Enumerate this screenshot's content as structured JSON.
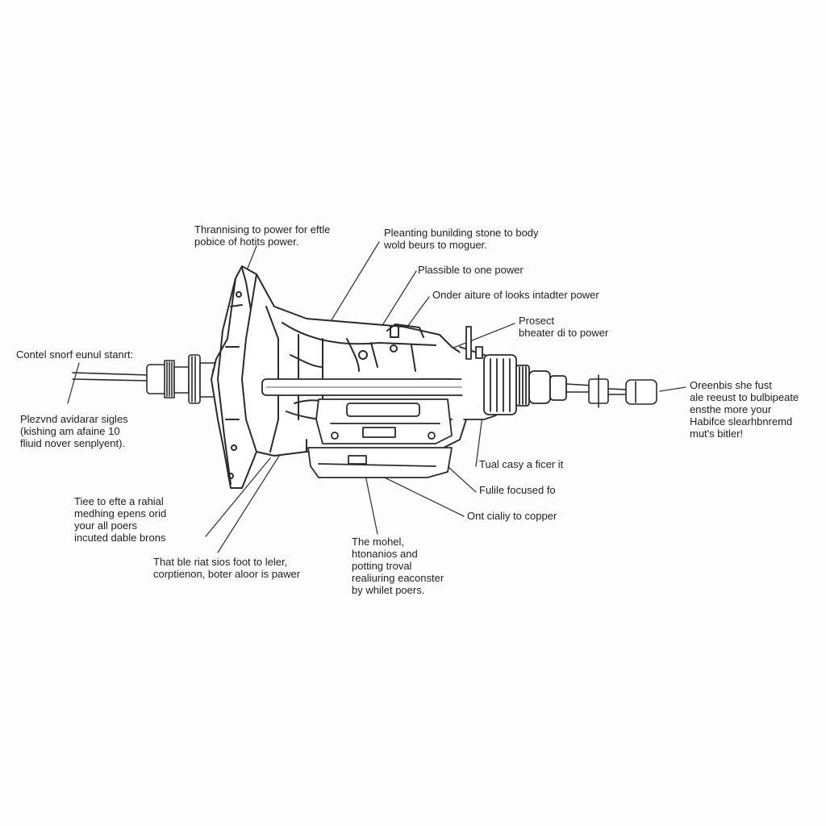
{
  "diagram": {
    "labels": [
      "Thrannising to power for eftle\npobice of hotits power.",
      "Pleanting bunilding stone to body\nwold beurs to moguer.",
      "Plassible to one power",
      "Onder aiture of looks intadter power",
      "Prosect\nbheater di to power",
      "Contel snorf eunul stanrt:",
      "Oreenbis she fust\nale reeust to bulbipeate\nensthe more your\nHabifce slearhbnremd\nmut's bitler!",
      "Plezvnd avidarar sigles\n(kishing am afaine 10\nfliuid nover senplyent).",
      "Tual casy a ficer it",
      "Fulile focused fo",
      "Ont cialiy to copper",
      "Tiee to efte a rahial\nmedhing epens orid\nyour all poers\nincuted dable brons",
      "The mohel,\nhtonanios and\npotting troval\nrealiuring eaconster\nby whilet poers.",
      "That ble riat sios foot to leler,\ncorptienon, boter aloor is pawer"
    ]
  }
}
